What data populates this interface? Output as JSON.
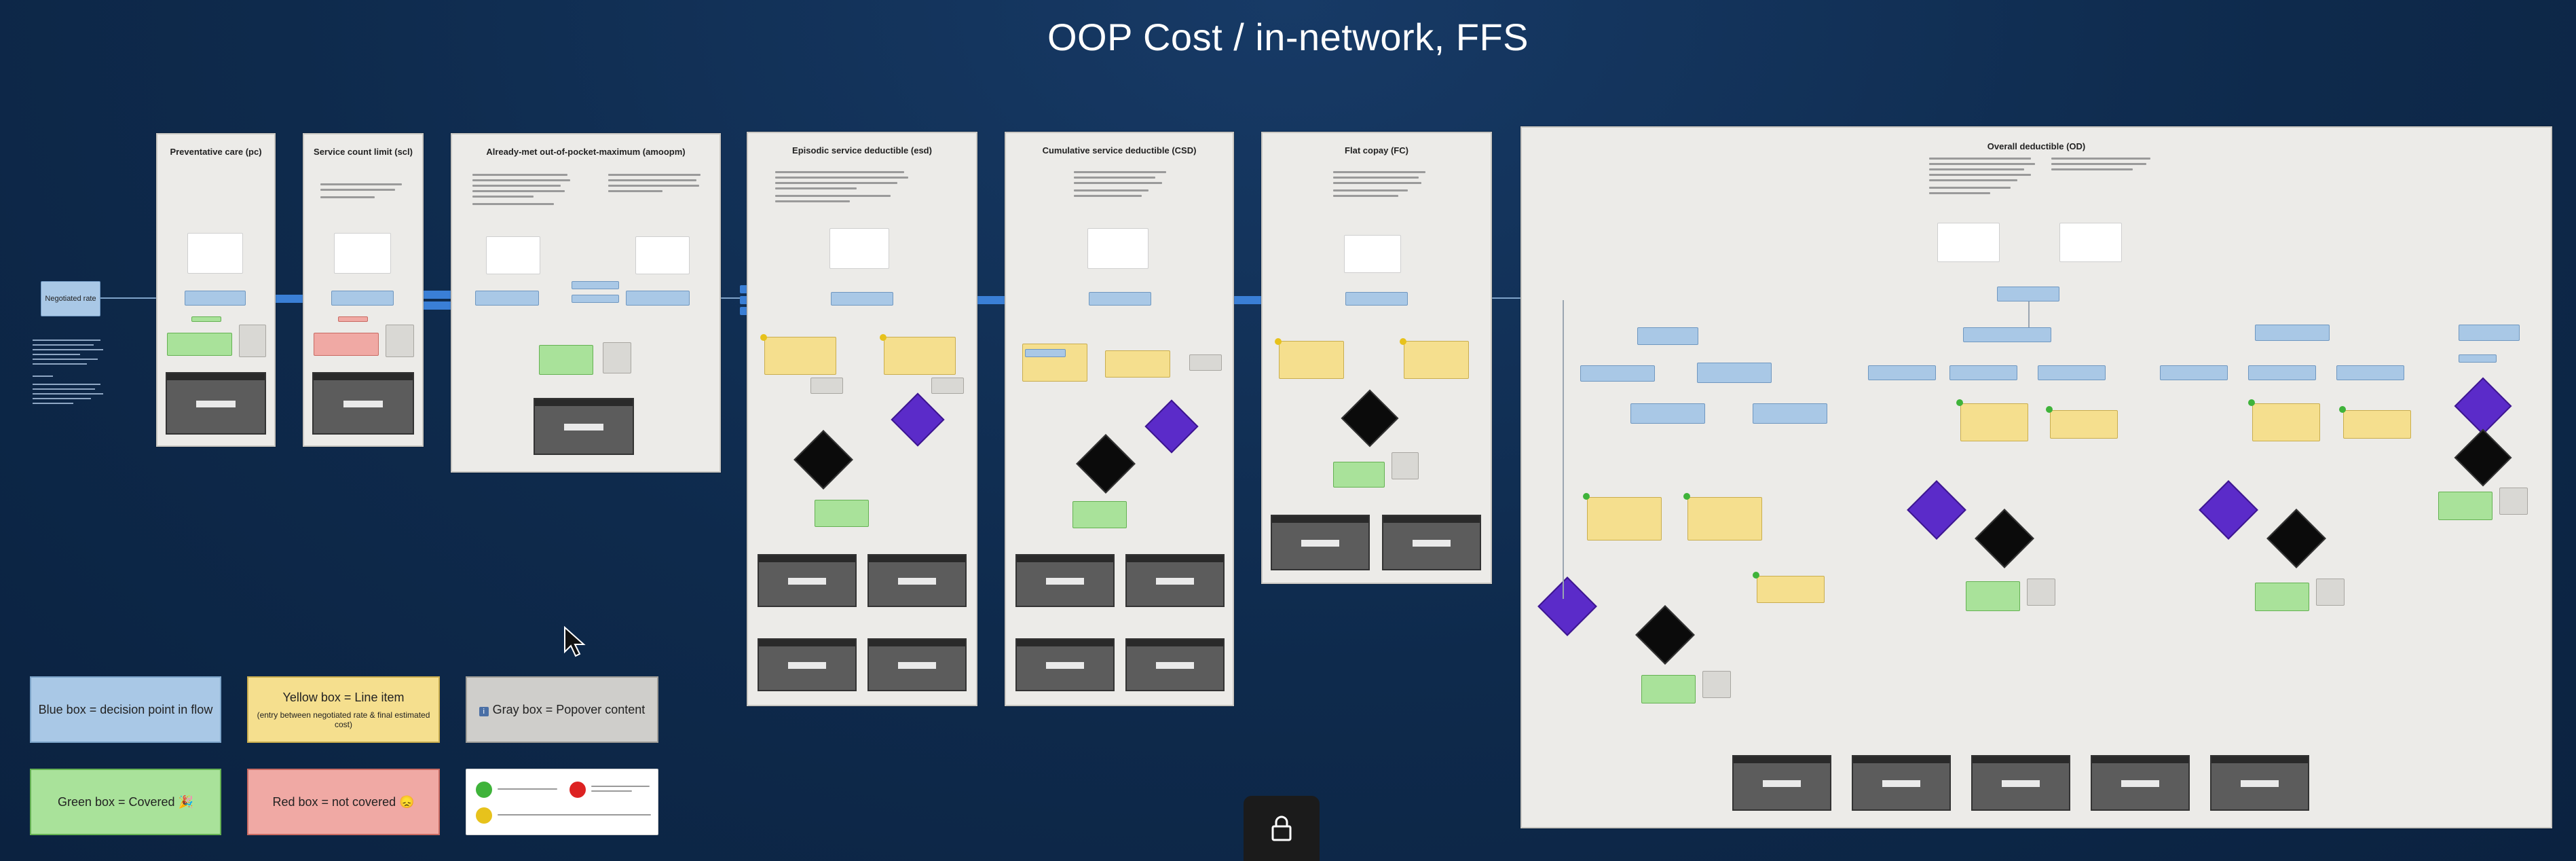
{
  "title": "OOP Cost / in-network, FFS",
  "start_node": "Negotiated rate",
  "panels": [
    {
      "id": "pc",
      "title": "Preventative care (pc)"
    },
    {
      "id": "scl",
      "title": "Service count limit (scl)"
    },
    {
      "id": "amoopm",
      "title": "Already-met out-of-pocket-maximum (amoopm)"
    },
    {
      "id": "esd",
      "title": "Episodic service deductible (esd)"
    },
    {
      "id": "csd",
      "title": "Cumulative service deductible (CSD)"
    },
    {
      "id": "fc",
      "title": "Flat copay (FC)"
    },
    {
      "id": "od",
      "title": "Overall deductible (OD)"
    }
  ],
  "legend": {
    "blue": "Blue box = decision point in flow",
    "yellow": "Yellow box = Line item",
    "yellow_sub": "(entry between negotiated rate & final estimated cost)",
    "gray": "Gray box = Popover content",
    "green": "Green box = Covered",
    "red": "Red box = not covered"
  },
  "colors": {
    "background": "#0e2a4c",
    "decision": "#a9c8e6",
    "line_item": "#f5df8e",
    "popover": "#d9d8d4",
    "covered": "#a9e29a",
    "not_covered": "#f0a9a4",
    "check_diamond": "#5b2bc9",
    "result_diamond": "#0b0b0b"
  },
  "icons": {
    "lock": "lock-icon",
    "cursor": "cursor-icon",
    "popover": "info-icon"
  }
}
